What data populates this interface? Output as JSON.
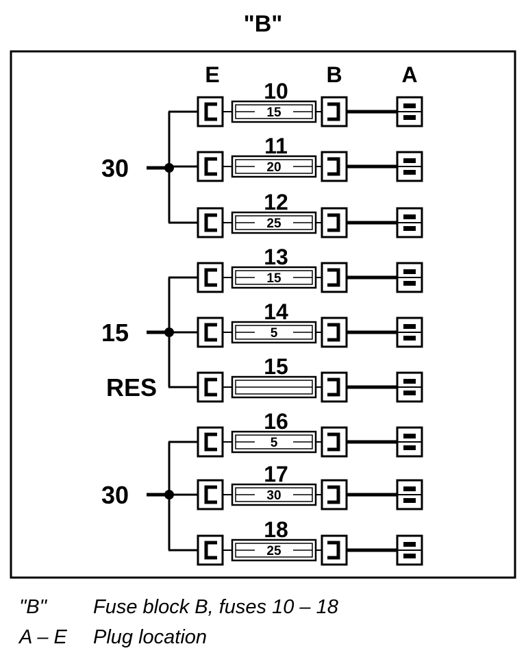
{
  "title": "\"B\"",
  "columns": {
    "e": "E",
    "b": "B",
    "a": "A"
  },
  "groups": [
    {
      "label": "30",
      "extra_label": ""
    },
    {
      "label": "15",
      "extra_label": "RES"
    },
    {
      "label": "30",
      "extra_label": ""
    }
  ],
  "fuses": [
    {
      "number": "10",
      "rating": "15"
    },
    {
      "number": "11",
      "rating": "20"
    },
    {
      "number": "12",
      "rating": "25"
    },
    {
      "number": "13",
      "rating": "15"
    },
    {
      "number": "14",
      "rating": "5"
    },
    {
      "number": "15",
      "rating": ""
    },
    {
      "number": "16",
      "rating": "5"
    },
    {
      "number": "17",
      "rating": "30"
    },
    {
      "number": "18",
      "rating": "25"
    }
  ],
  "legend": [
    {
      "key": "\"B\"",
      "text": "Fuse block B, fuses 10 – 18"
    },
    {
      "key": "A – E",
      "text": "Plug location"
    }
  ]
}
